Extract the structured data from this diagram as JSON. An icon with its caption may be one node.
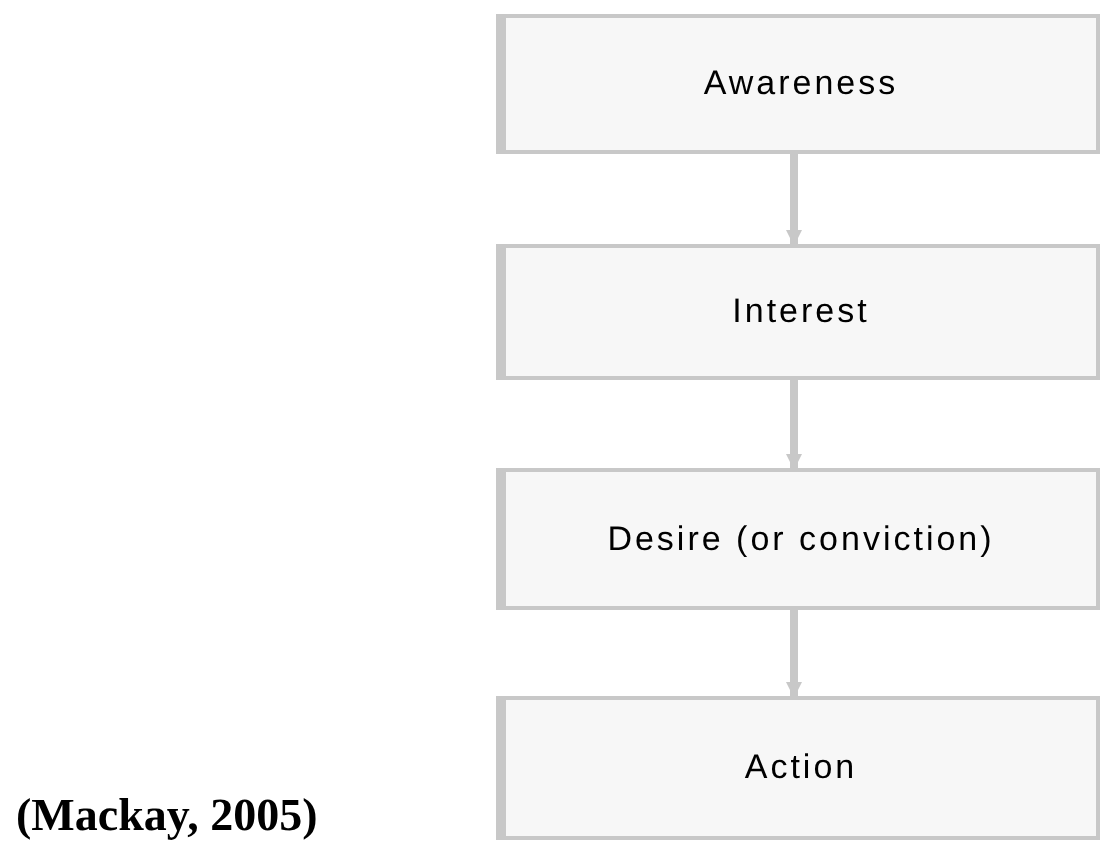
{
  "diagram": {
    "caption": "(Mackay, 2005)",
    "nodes": [
      {
        "text": [
          "Awareness"
        ]
      },
      {
        "text": [
          "Interest"
        ]
      },
      {
        "text": [
          "Desire (or conviction)"
        ]
      },
      {
        "text": [
          "Action"
        ]
      }
    ],
    "edges": [
      {
        "from": 0,
        "to": 1,
        "arrow": "to"
      },
      {
        "from": 1,
        "to": 2,
        "arrow": "to"
      },
      {
        "from": 2,
        "to": 3,
        "arrow": "to"
      }
    ]
  }
}
